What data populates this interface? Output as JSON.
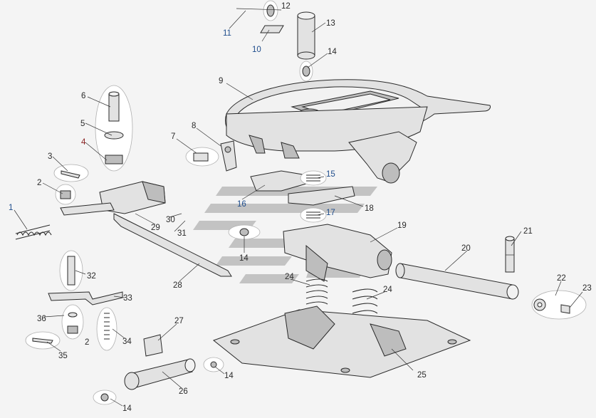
{
  "labels": {
    "p1": "1",
    "p2a": "2",
    "p2b": "2",
    "p3": "3",
    "p4": "4",
    "p5": "5",
    "p6": "6",
    "p7": "7",
    "p8": "8",
    "p9": "9",
    "p10": "10",
    "p11": "11",
    "p12": "12",
    "p13": "13",
    "p14a": "14",
    "p14b": "14",
    "p14c": "14",
    "p14d": "14",
    "p15": "15",
    "p16": "16",
    "p17": "17",
    "p18": "18",
    "p19": "19",
    "p20": "20",
    "p21": "21",
    "p22": "22",
    "p23": "23",
    "p24a": "24",
    "p24b": "24",
    "p25": "25",
    "p26": "26",
    "p27": "27",
    "p28": "28",
    "p29": "29",
    "p30": "30",
    "p31": "31",
    "p32": "32",
    "p33": "33",
    "p34": "34",
    "p35": "35",
    "p36": "36"
  },
  "colors": {
    "label_blue": "#1f4d8c",
    "label_dark": "#2a2a2a",
    "label_red": "#8a2020",
    "watermark": "#9a9a9a"
  }
}
